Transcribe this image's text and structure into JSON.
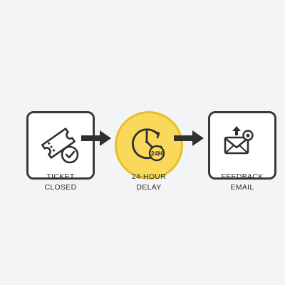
{
  "colors": {
    "background": "#f3f4f5",
    "stroke": "#2f2f2f",
    "box_fill": "#ffffff",
    "highlight_fill": "#fad95a",
    "highlight_border": "#e7bf2c"
  },
  "steps": [
    {
      "icon": "ticket-check-icon",
      "label_lines": [
        "TICKET",
        "CLOSED"
      ]
    },
    {
      "icon": "clock-24h-icon",
      "label_lines": [
        "24-HOUR",
        "DELAY"
      ],
      "badge": "24H",
      "highlighted": true
    },
    {
      "icon": "email-star-icon",
      "label_lines": [
        "FEEDBACK",
        "EMAIL"
      ]
    }
  ],
  "connectors": [
    "arrow-right-icon",
    "arrow-right-icon"
  ]
}
